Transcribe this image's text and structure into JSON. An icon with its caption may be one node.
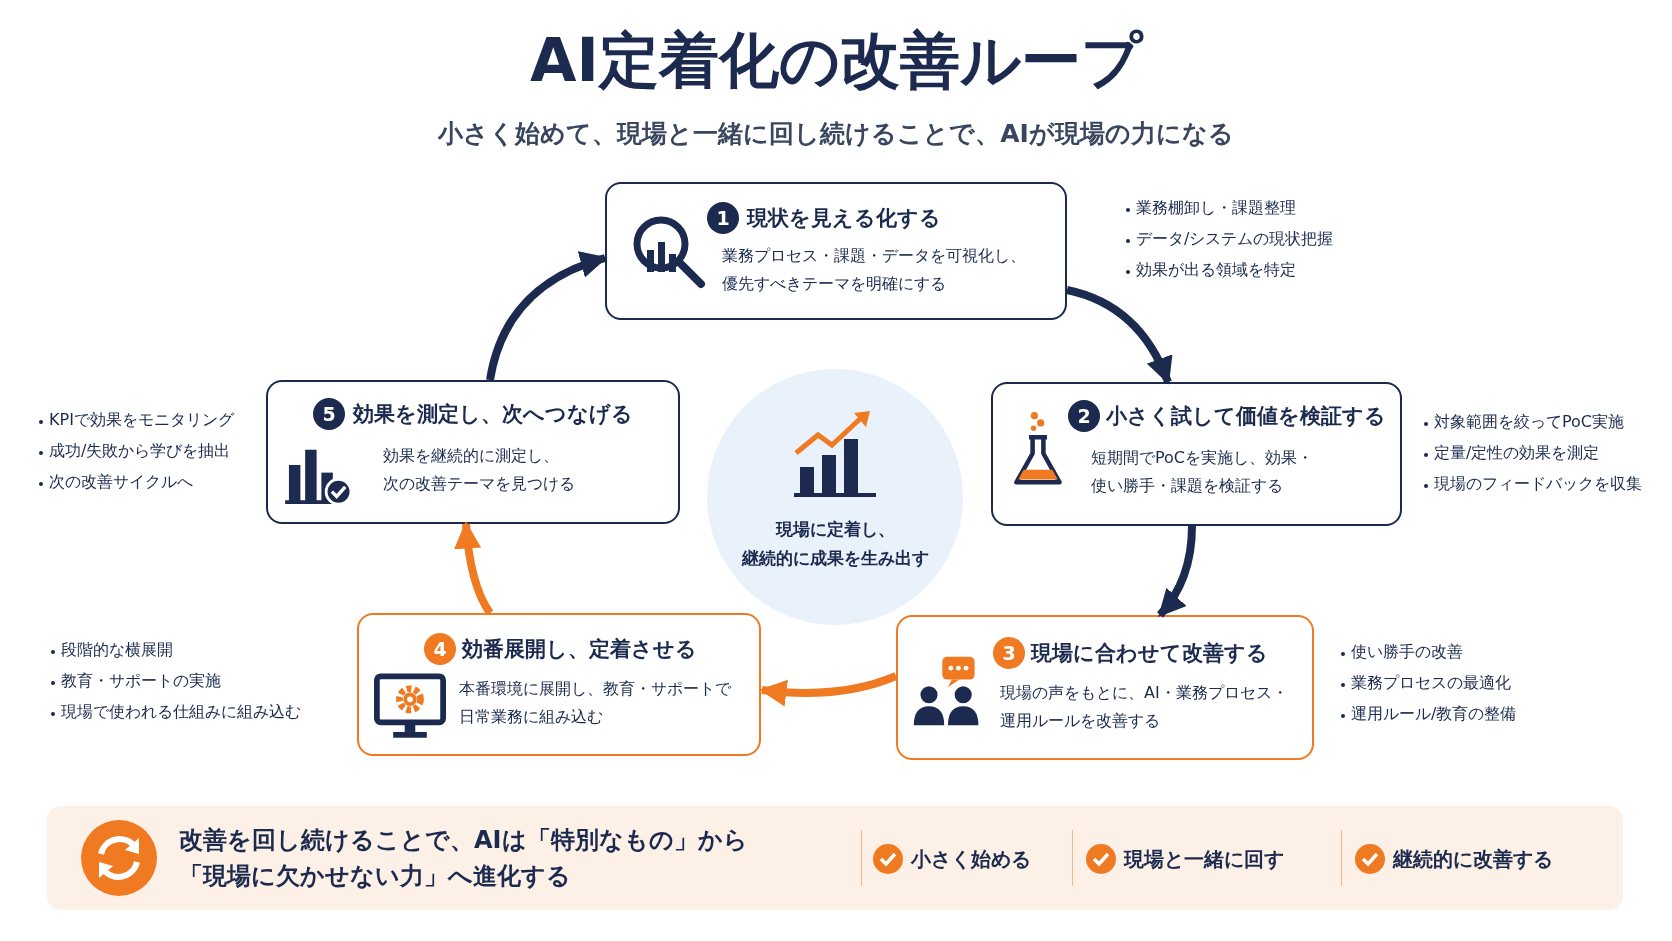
{
  "diagram": {
    "title": "AI定着化の改善ループ",
    "nodes": [
      {
        "text": [
          "1",
          "現状を見える化する",
          "業務プロセス・課題・データを可視化し、優先すべきテーマを明確にする"
        ],
        "beside": [
          "業務棚卸し・課題整理",
          "データ/システムの現状把握",
          "効果が出る領域を特定"
        ]
      },
      {
        "text": [
          "2",
          "小さく試して価値を検証する",
          "短期間でPoCを実施し、効果・使い勝手・課題を検証する"
        ],
        "beside": [
          "対象範囲を絞ってPoC実施",
          "定量/定性の効果を測定",
          "現場のフィードバックを収集"
        ]
      },
      {
        "text": [
          "3",
          "現場に合わせて改善する",
          "現場の声をもとに、AI・業務プロセス・運用ルールを改善する"
        ],
        "beside": [
          "使い勝手の改善",
          "業務プロセスの最適化",
          "運用ルール/教育の整備"
        ]
      },
      {
        "text": [
          "4",
          "効番展開し、定着させる",
          "本番環境に展開し、教育・サポートで日常業務に組み込む"
        ],
        "beside": [
          "段階的な横展開",
          "教育・サポートの実施",
          "現場で使われる仕組みに組み込む"
        ]
      },
      {
        "text": [
          "5",
          "効果を測定し、次へつなげる",
          "効果を継続的に測定し、次の改善テーマを見つける"
        ],
        "beside": [
          "KPIで効果をモニタリング",
          "成功/失敗から学びを抽出",
          "次の改善サイクルへ"
        ]
      },
      {
        "text": [
          "現場に定着し、継続的に成果を生み出す"
        ]
      },
      {
        "text": [
          "改善を回し続けることで、AIは「特別なもの」から「現場に欠かせない力」へ進化する",
          "小さく始める",
          "現場と一緒に回す",
          "継続的に改善する"
        ]
      }
    ],
    "edges": [
      {
        "from": 0,
        "to": 1,
        "arrow": "to"
      },
      {
        "from": 1,
        "to": 2,
        "arrow": "to"
      },
      {
        "from": 2,
        "to": 3,
        "arrow": "to",
        "color": "#f07a22"
      },
      {
        "from": 3,
        "to": 4,
        "arrow": "to",
        "color": "#f07a22"
      },
      {
        "from": 4,
        "to": 0,
        "arrow": "to"
      }
    ],
    "labels": [
      "小さく始めて、現場と一緒に回し続けることで、AIが現場の力になる"
    ]
  }
}
